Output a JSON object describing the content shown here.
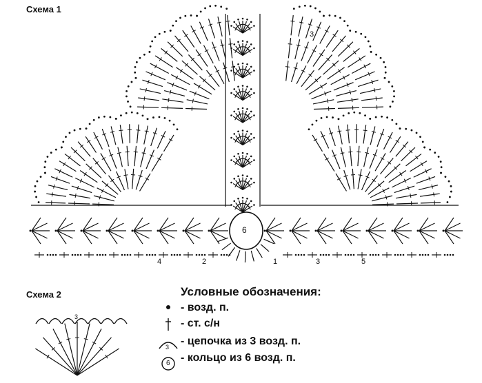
{
  "scheme1": {
    "title": "Схема 1",
    "ring_label": "6",
    "chain_label": "3",
    "row_numbers": [
      "4",
      "2",
      "1",
      "3",
      "5"
    ]
  },
  "scheme2": {
    "title": "Схема 2",
    "chain_label": "3"
  },
  "legend": {
    "title": "Условные обозначения:",
    "items": [
      {
        "symbol": "chain-stitch-dot",
        "text": "- возд. п."
      },
      {
        "symbol": "double-crochet-cross",
        "text": "- ст. с/н"
      },
      {
        "symbol": "chain-arc-3",
        "symbol_label": "3",
        "text": "- цепочка из 3 возд. п."
      },
      {
        "symbol": "ring-6",
        "symbol_label": "6",
        "text": "- кольцо из 6 возд. п."
      }
    ]
  },
  "colors": {
    "ink": "#111111",
    "paper": "#ffffff"
  }
}
